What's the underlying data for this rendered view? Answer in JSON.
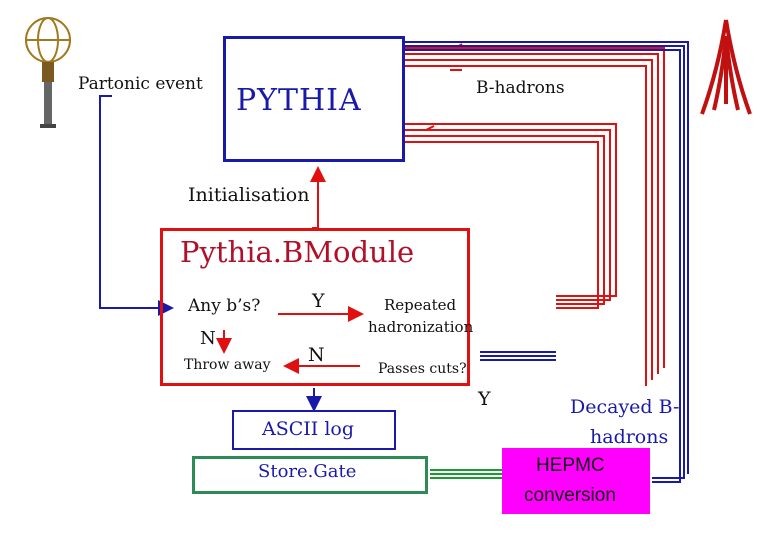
{
  "labels": {
    "partonic_event": "Partonic event",
    "pythia": "PYTHIA",
    "b_hadrons": "B-hadrons",
    "initialisation": "Initialisation",
    "pythia_bmodule": "Pythia.BModule",
    "any_bs": "Any b’s?",
    "yes_top": "Y",
    "no_left": "N",
    "repeated": "Repeated",
    "hadronization": "hadronization",
    "throw_away": "Throw away",
    "no_mid": "N",
    "passes_cuts": "Passes cuts?",
    "yes_bottom": "Y",
    "ascii_log": "ASCII log",
    "storegate": "Store.Gate",
    "decayed_b": "Decayed B-",
    "hadrons": "hadrons",
    "hepmc": "HEPMC",
    "conversion": "conversion"
  },
  "colors": {
    "blue": "#1a1aa8",
    "red": "#e01010",
    "green": "#1f9a2e",
    "storegate_border": "#2e8b57",
    "magenta": "#ff00ff",
    "pythia_text": "#1a1aa8",
    "bmodule_text": "#b0102a"
  },
  "icons": {
    "left_logo": "atlas-figure-icon",
    "right_logo": "atlas-a-logo-icon"
  }
}
